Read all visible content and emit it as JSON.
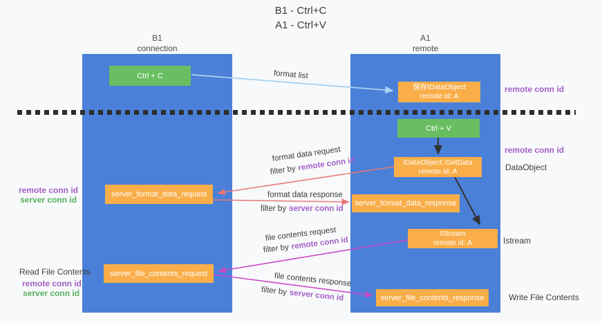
{
  "title": {
    "line1": "B1 - Ctrl+C",
    "line2": "A1 - Ctrl+V"
  },
  "columns": {
    "left": {
      "name": "B1",
      "subtitle": "connection"
    },
    "right": {
      "name": "A1",
      "subtitle": "remote"
    }
  },
  "nodes": {
    "ctrl_c": "Ctrl + C",
    "ctrl_v": "Ctrl + V",
    "save_dataobject": {
      "line1": "保存IDataObject",
      "line2": "remote id: A"
    },
    "getdata": {
      "line1": "IDataObject::GetData",
      "line2": "remote id: A"
    },
    "istream": {
      "line1": "IStream",
      "line2": "remote id: A"
    },
    "server_format_data_request": "server_format_data_request",
    "server_format_data_response": "server_format_data_response",
    "server_file_contents_request": "server_file_contents_request",
    "server_file_contents_response": "server_file_contents_response"
  },
  "annotations": {
    "format_list": "format list",
    "format_data_request": "format data request",
    "format_data_response": "format data response",
    "file_contents_request": "file contents request",
    "file_contents_response": "file contents response",
    "filter_by": "filter by",
    "remote_conn_id": "remote conn id",
    "server_conn_id": "server conn id"
  },
  "side_labels": {
    "left_remote_conn_id": "remote conn id",
    "left_server_conn_id": "server conn id",
    "read_file_contents": "Read File Contents",
    "left_remote_conn_id_2": "remote conn id",
    "left_server_conn_id_2": "server conn id",
    "right_remote_conn_id_top": "remote conn id",
    "right_remote_conn_id_mid": "remote conn id",
    "dataobject": "DataObject",
    "istream": "Istream",
    "write_file_contents": "Write File Contents"
  },
  "colors": {
    "column_blue": "#4a80d8",
    "box_orange": "#f9ae49",
    "box_green": "#6abe62",
    "arrow_lightblue": "#a9d3f2",
    "arrow_red": "#e87878",
    "arrow_magenta": "#c94ac9",
    "arrow_black": "#333333",
    "text_purple": "#a35fc8",
    "text_green": "#55b060"
  }
}
